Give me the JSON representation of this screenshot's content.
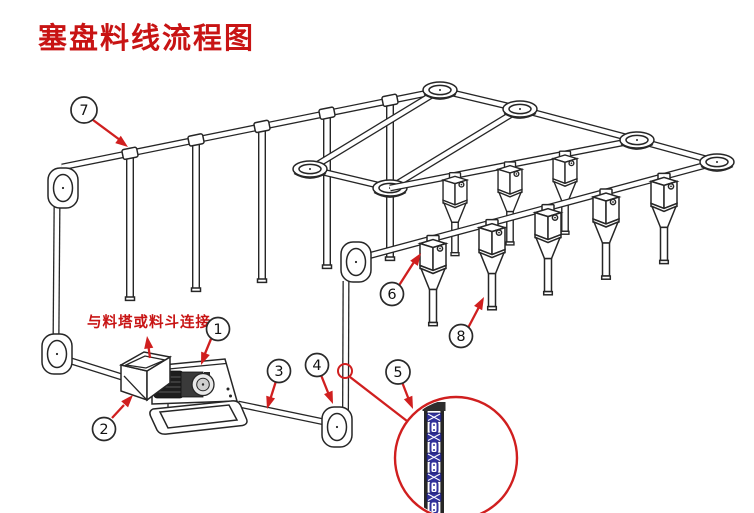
{
  "title": "塞盘料线流程图",
  "annotation": {
    "hopper_connection_label": "与料塔或料斗连接"
  },
  "callouts": [
    {
      "number": "1"
    },
    {
      "number": "2"
    },
    {
      "number": "3"
    },
    {
      "number": "4"
    },
    {
      "number": "5"
    },
    {
      "number": "6"
    },
    {
      "number": "7"
    },
    {
      "number": "8"
    }
  ],
  "colors": {
    "accent_red": "#c81414",
    "arrow_red": "#d01f1f",
    "line": "#262626",
    "chain_blue": "#31319b",
    "background": "#ffffff"
  }
}
